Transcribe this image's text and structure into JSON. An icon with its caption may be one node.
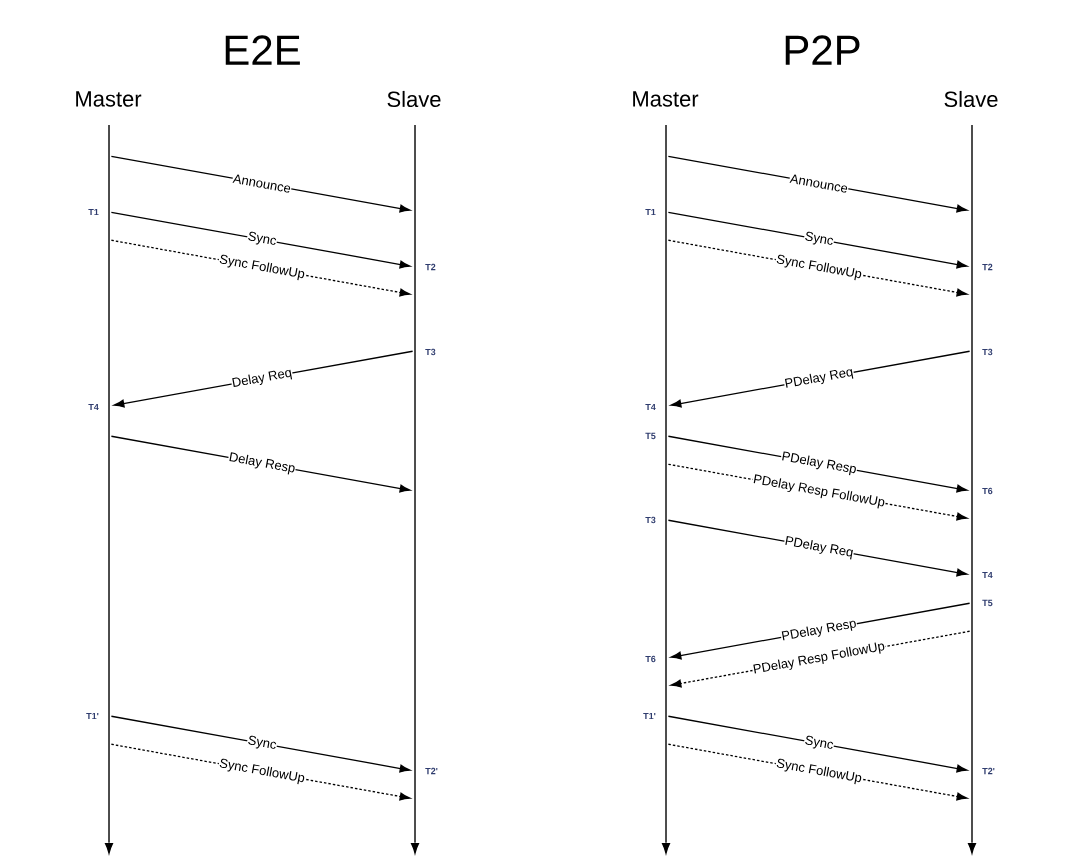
{
  "diagram": {
    "nodes": [
      {
        "text": [],
        "shape": "bar",
        "beside": [
          "Master"
        ]
      },
      {
        "text": [],
        "shape": "bar",
        "beside": [
          "Slave"
        ]
      },
      {
        "text": [],
        "shape": "bar",
        "beside": [
          "Master"
        ]
      },
      {
        "text": [],
        "shape": "bar",
        "beside": [
          "Slave"
        ]
      }
    ],
    "edges": [
      {
        "from": 0,
        "to": 1,
        "arrow": "to",
        "label": "Announce"
      },
      {
        "from": 0,
        "to": 1,
        "arrow": "to",
        "label": "Sync"
      },
      {
        "from": 0,
        "to": 1,
        "arrow": "to",
        "label": "Sync FollowUp",
        "style": "dashed"
      },
      {
        "from": 1,
        "to": 0,
        "arrow": "to",
        "label": "Delay Req"
      },
      {
        "from": 0,
        "to": 1,
        "arrow": "to",
        "label": "Delay Resp"
      },
      {
        "from": 0,
        "to": 1,
        "arrow": "to",
        "label": "Sync"
      },
      {
        "from": 0,
        "to": 1,
        "arrow": "to",
        "label": "Sync FollowUp",
        "style": "dashed"
      },
      {
        "from": 2,
        "to": 3,
        "arrow": "to",
        "label": "Announce"
      },
      {
        "from": 2,
        "to": 3,
        "arrow": "to",
        "label": "Sync"
      },
      {
        "from": 2,
        "to": 3,
        "arrow": "to",
        "label": "Sync FollowUp",
        "style": "dashed"
      },
      {
        "from": 3,
        "to": 2,
        "arrow": "to",
        "label": "PDelay Req"
      },
      {
        "from": 2,
        "to": 3,
        "arrow": "to",
        "label": "PDelay Resp"
      },
      {
        "from": 2,
        "to": 3,
        "arrow": "to",
        "label": "PDelay Resp FollowUp",
        "style": "dashed"
      },
      {
        "from": 2,
        "to": 3,
        "arrow": "to",
        "label": "PDelay Req"
      },
      {
        "from": 3,
        "to": 2,
        "arrow": "to",
        "label": "PDelay Resp"
      },
      {
        "from": 3,
        "to": 2,
        "arrow": "to",
        "label": "PDelay Resp FollowUp",
        "style": "dashed"
      },
      {
        "from": 2,
        "to": 3,
        "arrow": "to",
        "label": "Sync"
      },
      {
        "from": 2,
        "to": 3,
        "arrow": "to",
        "label": "Sync FollowUp",
        "style": "dashed"
      }
    ],
    "labels": [
      "E2E",
      "P2P",
      "T1",
      "T2",
      "T3",
      "T4",
      "T1'",
      "T2'",
      "T1",
      "T2",
      "T3",
      "T4",
      "T5",
      "T6",
      "T3",
      "T4",
      "T5",
      "T6",
      "T1'",
      "T2'"
    ]
  }
}
